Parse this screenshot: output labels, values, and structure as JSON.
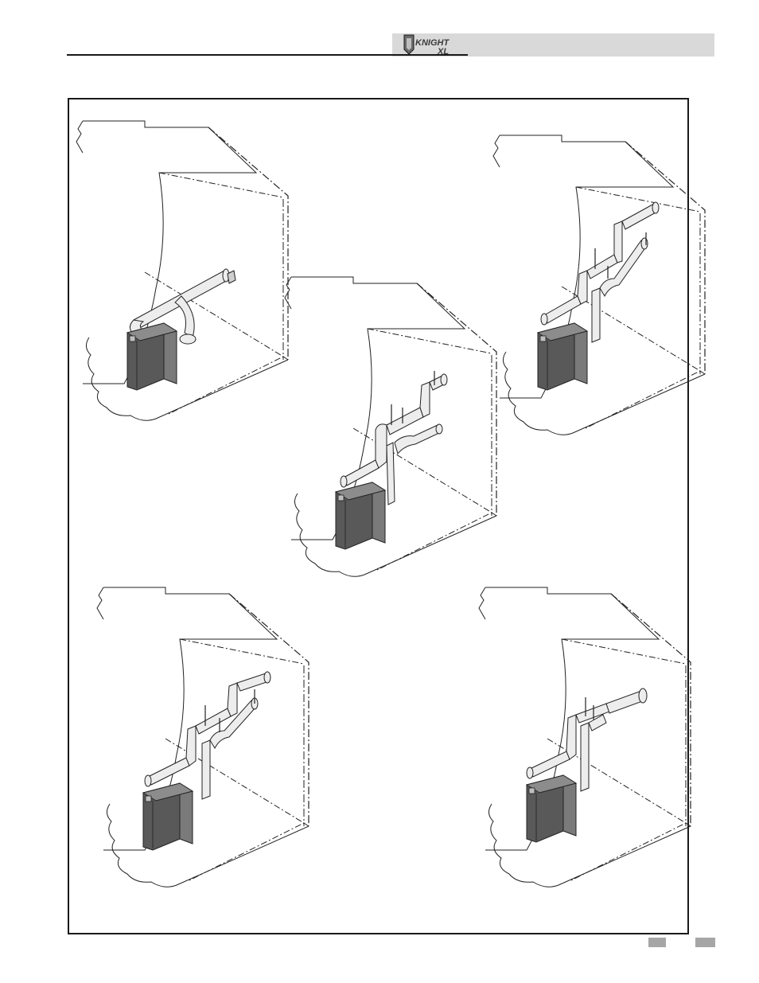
{
  "header": {
    "logo": {
      "brand_text": "KNIGHT",
      "model_text": "XL"
    }
  },
  "figure": {
    "panels": [
      "top-left",
      "top-center",
      "top-right",
      "bottom-left",
      "bottom-right"
    ]
  },
  "colors": {
    "header_band": "#d9d9d9",
    "boiler_front": "#595959",
    "boiler_side": "#7a7a7a",
    "pipe_fill": "#ededed",
    "line": "#222222",
    "footer_tab": "#a6a6a6"
  }
}
